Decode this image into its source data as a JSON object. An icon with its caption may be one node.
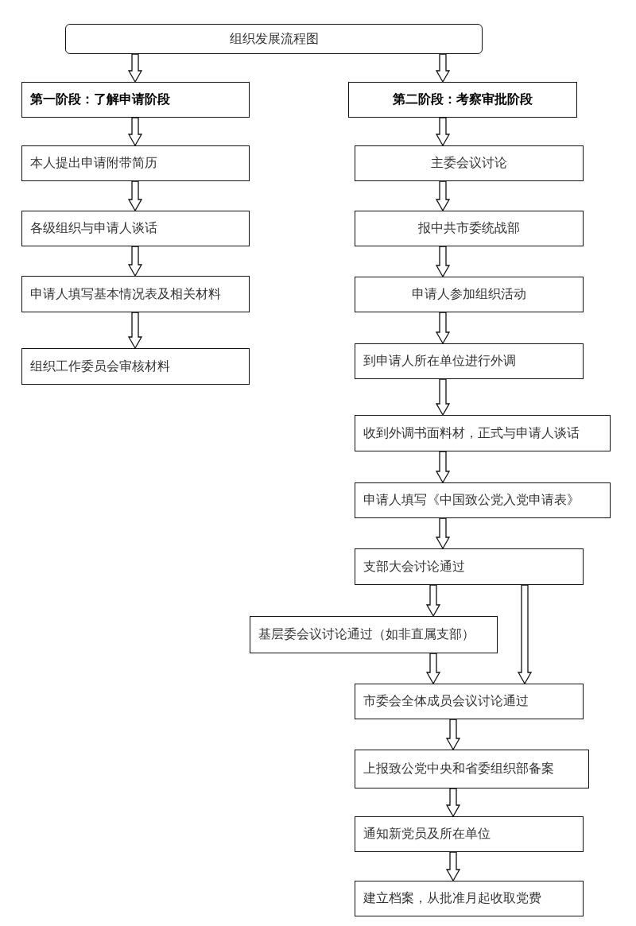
{
  "diagram": {
    "nodes": [
      {
        "text": [
          "组织发展流程图"
        ]
      },
      {
        "text": [
          "第一阶段：了解申请阶段"
        ]
      },
      {
        "text": [
          "第二阶段：考察审批阶段"
        ]
      },
      {
        "text": [
          "本人提出申请附带简历"
        ]
      },
      {
        "text": [
          "各级组织与申请人谈话"
        ]
      },
      {
        "text": [
          "申请人填写基本情况表及相关材料"
        ]
      },
      {
        "text": [
          "组织工作委员会审核材料"
        ]
      },
      {
        "text": [
          "主委会议讨论"
        ]
      },
      {
        "text": [
          "报中共市委统战部"
        ]
      },
      {
        "text": [
          "申请人参加组织活动"
        ]
      },
      {
        "text": [
          "到申请人所在单位进行外调"
        ]
      },
      {
        "text": [
          "收到外调书面料材，正式与申请人谈话"
        ]
      },
      {
        "text": [
          "申请人填写《中国致公党入党申请表》"
        ]
      },
      {
        "text": [
          "支部大会讨论通过"
        ]
      },
      {
        "text": [
          "基层委会议讨论通过（如非直属支部）"
        ]
      },
      {
        "text": [
          "市委会全体成员会议讨论通过"
        ]
      },
      {
        "text": [
          "上报致公党中央和省委组织部备案"
        ]
      },
      {
        "text": [
          "通知新党员及所在单位"
        ]
      },
      {
        "text": [
          "建立档案，从批准月起收取党费"
        ]
      }
    ],
    "edges": [
      {
        "from": 0,
        "to": 1,
        "arrow": "to"
      },
      {
        "from": 0,
        "to": 2,
        "arrow": "to"
      },
      {
        "from": 1,
        "to": 3,
        "arrow": "to"
      },
      {
        "from": 3,
        "to": 4,
        "arrow": "to"
      },
      {
        "from": 4,
        "to": 5,
        "arrow": "to"
      },
      {
        "from": 5,
        "to": 6,
        "arrow": "to"
      },
      {
        "from": 2,
        "to": 7,
        "arrow": "to"
      },
      {
        "from": 7,
        "to": 8,
        "arrow": "to"
      },
      {
        "from": 8,
        "to": 9,
        "arrow": "to"
      },
      {
        "from": 9,
        "to": 10,
        "arrow": "to"
      },
      {
        "from": 10,
        "to": 11,
        "arrow": "to"
      },
      {
        "from": 11,
        "to": 12,
        "arrow": "to"
      },
      {
        "from": 12,
        "to": 13,
        "arrow": "to"
      },
      {
        "from": 13,
        "to": 14,
        "arrow": "to"
      },
      {
        "from": 14,
        "to": 15,
        "arrow": "to"
      },
      {
        "from": 13,
        "to": 15,
        "arrow": "to"
      },
      {
        "from": 15,
        "to": 16,
        "arrow": "to"
      },
      {
        "from": 16,
        "to": 17,
        "arrow": "to"
      },
      {
        "from": 17,
        "to": 18,
        "arrow": "to"
      }
    ]
  }
}
